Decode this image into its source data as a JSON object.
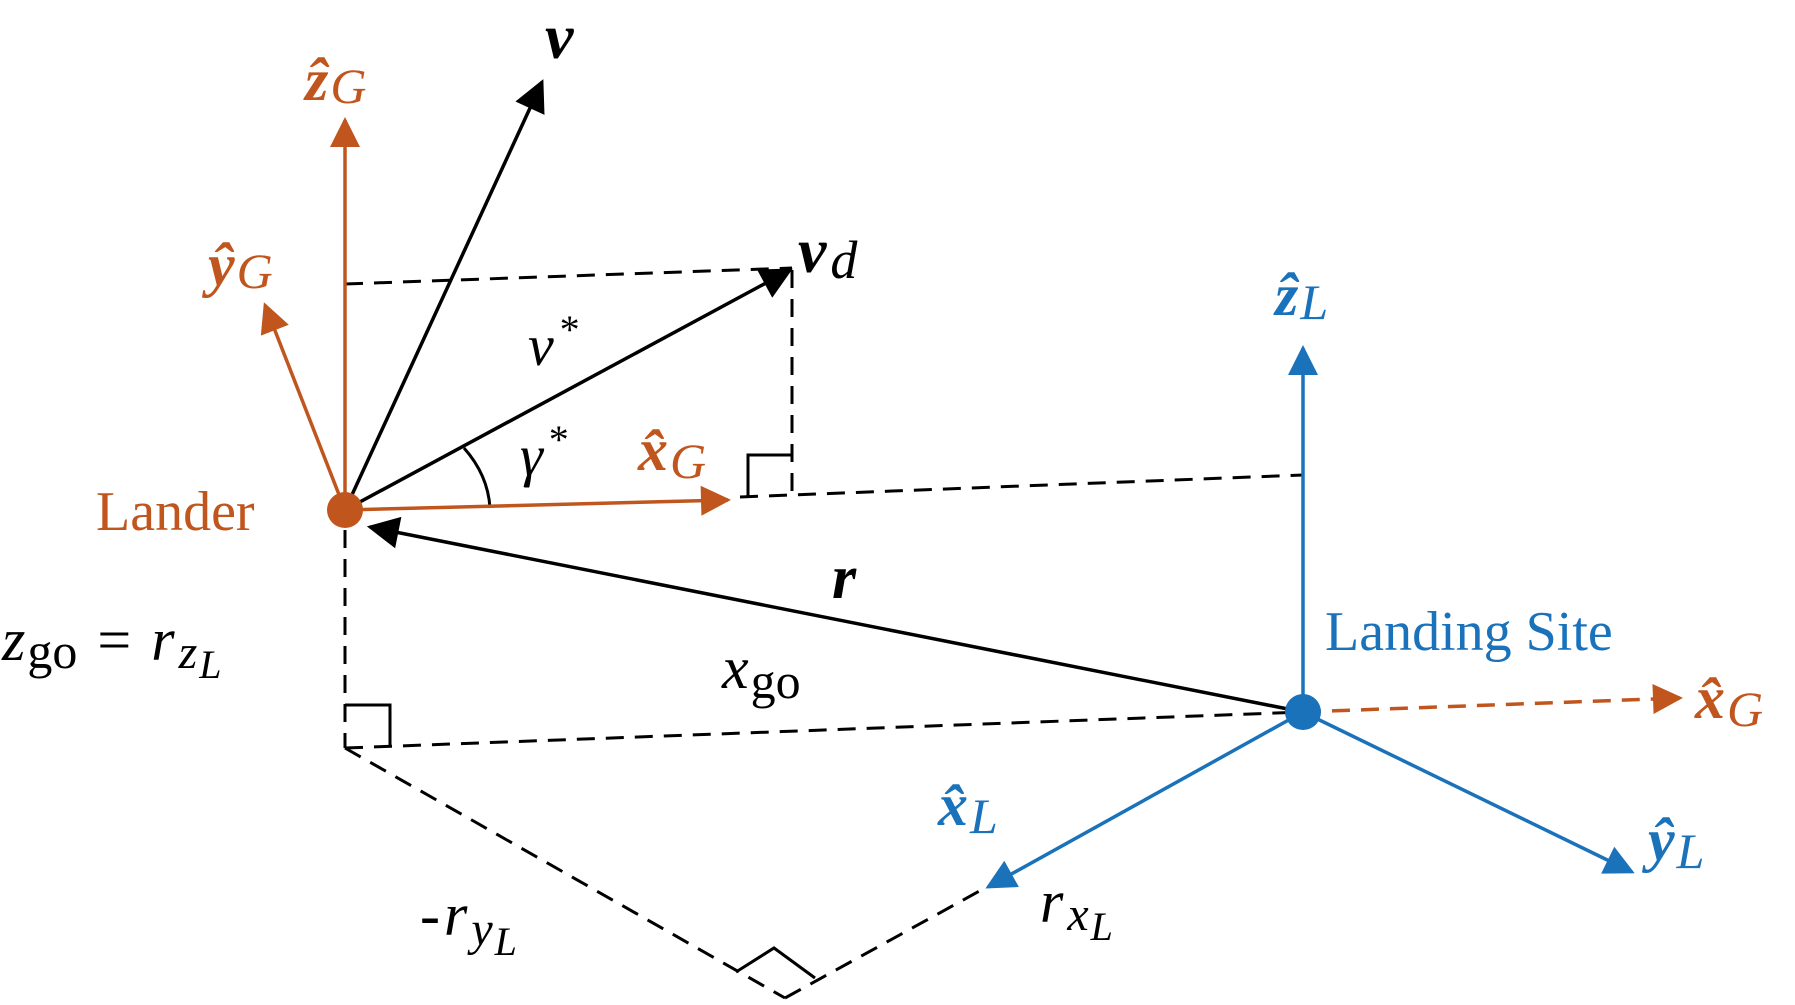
{
  "colors": {
    "guidance": "#c0561e",
    "landing": "#1a72bb",
    "ink": "#000000"
  },
  "labels": {
    "lander": "Lander",
    "landing_site": "Landing Site",
    "v": "v",
    "vd": {
      "main": "v",
      "sub": "d"
    },
    "v_star": {
      "main": "v",
      "sup": "*"
    },
    "gamma_star": {
      "main": "γ",
      "sup": "*"
    },
    "r": "r",
    "zG": {
      "hat": "ẑ",
      "sub": "G"
    },
    "yG": {
      "hat": "ŷ",
      "sub": "G"
    },
    "xG": {
      "hat": "x̂",
      "sub": "G"
    },
    "xG_site": {
      "hat": "x̂",
      "sub": "G"
    },
    "zL": {
      "hat": "ẑ",
      "sub": "L"
    },
    "xL": {
      "hat": "x̂",
      "sub": "L"
    },
    "yL": {
      "hat": "ŷ",
      "sub": "L"
    },
    "z_go": {
      "main": "z",
      "sub": "go",
      "eq": "=",
      "rhs": "r",
      "rhs_sub": "z",
      "rhs_subsub": "L"
    },
    "x_go": {
      "main": "x",
      "sub": "go"
    },
    "r_yL": {
      "prefix": "-",
      "main": "r",
      "sub": "y",
      "subsub": "L"
    },
    "r_xL": {
      "main": "r",
      "sub": "x",
      "subsub": "L"
    }
  }
}
